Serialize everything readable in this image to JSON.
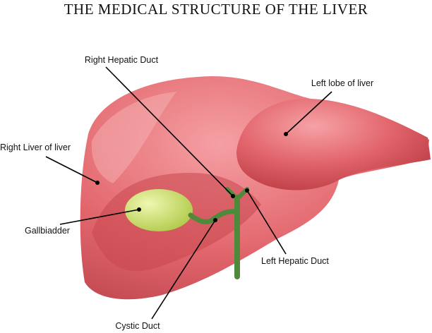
{
  "title": "THE MEDICAL STRUCTURE OF THE LIVER",
  "labels": {
    "right_hepatic_duct": "Right Hepatic Duct",
    "left_lobe": "Left lobe of liver",
    "right_liver": "Right Liver of liver",
    "gallbladder": "Gallbiadder",
    "left_hepatic_duct": "Left Hepatic Duct",
    "cystic_duct": "Cystic Duct"
  },
  "colors": {
    "liver": "#e0656b",
    "liver_dark": "#b8383f",
    "gallbladder": "#c8dc6e",
    "duct": "#4f8a3a"
  }
}
